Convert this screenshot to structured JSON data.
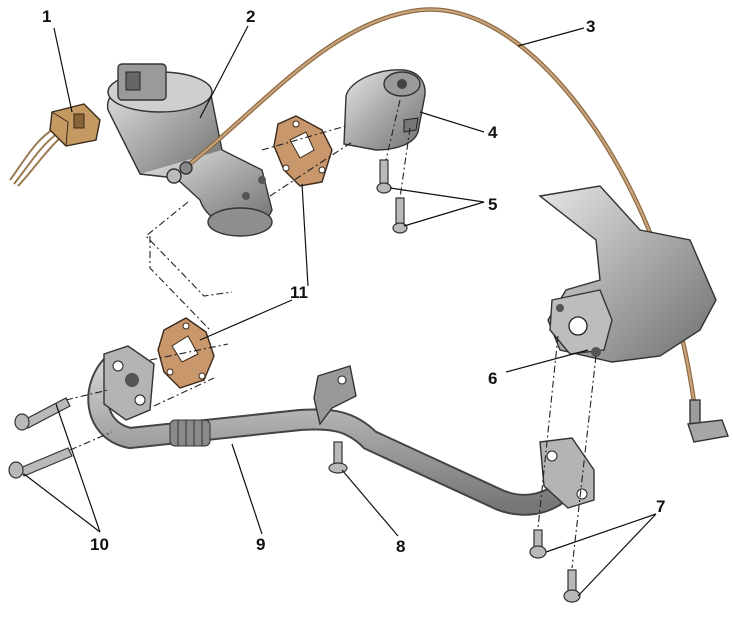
{
  "diagram": {
    "callouts": [
      {
        "id": "callout-1",
        "text": "1"
      },
      {
        "id": "callout-2",
        "text": "2"
      },
      {
        "id": "callout-3",
        "text": "3"
      },
      {
        "id": "callout-4",
        "text": "4"
      },
      {
        "id": "callout-5",
        "text": "5"
      },
      {
        "id": "callout-6",
        "text": "6"
      },
      {
        "id": "callout-7",
        "text": "7"
      },
      {
        "id": "callout-8",
        "text": "8"
      },
      {
        "id": "callout-9",
        "text": "9"
      },
      {
        "id": "callout-10",
        "text": "10"
      },
      {
        "id": "callout-11",
        "text": "11"
      }
    ],
    "colors": {
      "metal": "#a9a9a9",
      "metal_dark": "#7d7d7d",
      "gasket": "#c9976c",
      "cable": "#b0875d",
      "connector": "#c59a62"
    }
  }
}
